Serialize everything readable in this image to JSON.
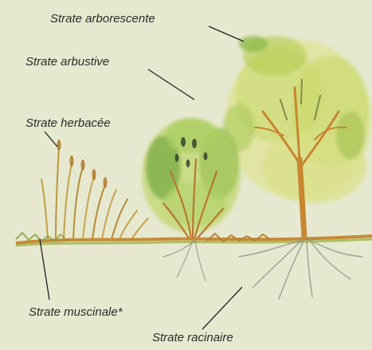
{
  "labels": {
    "arborescente": "Strate arborescente",
    "arbustive": "Strate arbustive",
    "herbacee": "Strate herbacée",
    "muscinale": "Strate muscinale*",
    "racinaire": "Strate racinaire"
  },
  "colors": {
    "background": "#e6e8cf",
    "foliage_light": "#d6e08a",
    "foliage_mid": "#a9c95a",
    "foliage_dark": "#5f8f3a",
    "trunk": "#c7862f",
    "roots": "#8a8f86",
    "leader_line": "#222222"
  }
}
